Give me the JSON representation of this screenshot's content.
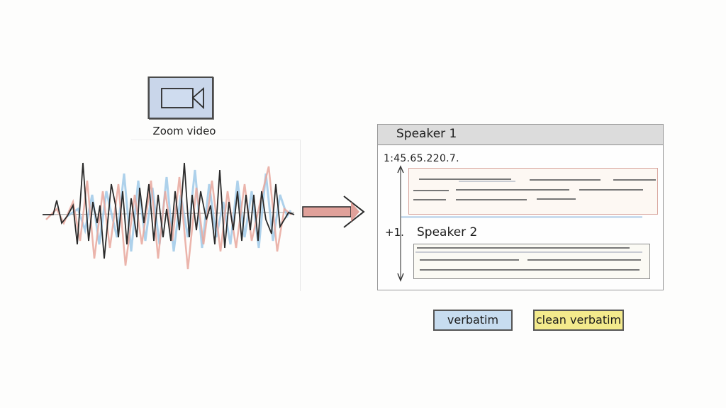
{
  "source": {
    "icon": "video-camera-icon",
    "label": "Zoom video",
    "color": "#c9d6ea"
  },
  "waveform": {
    "icon": "audio-waveform-icon",
    "colors": {
      "primary": "#2a2a2a",
      "red": "#e8a79c",
      "blue": "#9fc9e8"
    }
  },
  "arrow": {
    "icon": "right-arrow-icon",
    "color": "#e0a19a"
  },
  "transcript": {
    "header_speaker": "Speaker 1",
    "timestamp": "1:45.65.220.7.",
    "segment1_color": "#d8a49c",
    "speaker2_marker": "+1.",
    "speaker2_label": "Speaker 2"
  },
  "buttons": {
    "verbatim": {
      "label": "verbatim",
      "color": "#c7dcef"
    },
    "clean_verbatim": {
      "label": "clean verbatim",
      "color": "#f3ea8c"
    }
  }
}
